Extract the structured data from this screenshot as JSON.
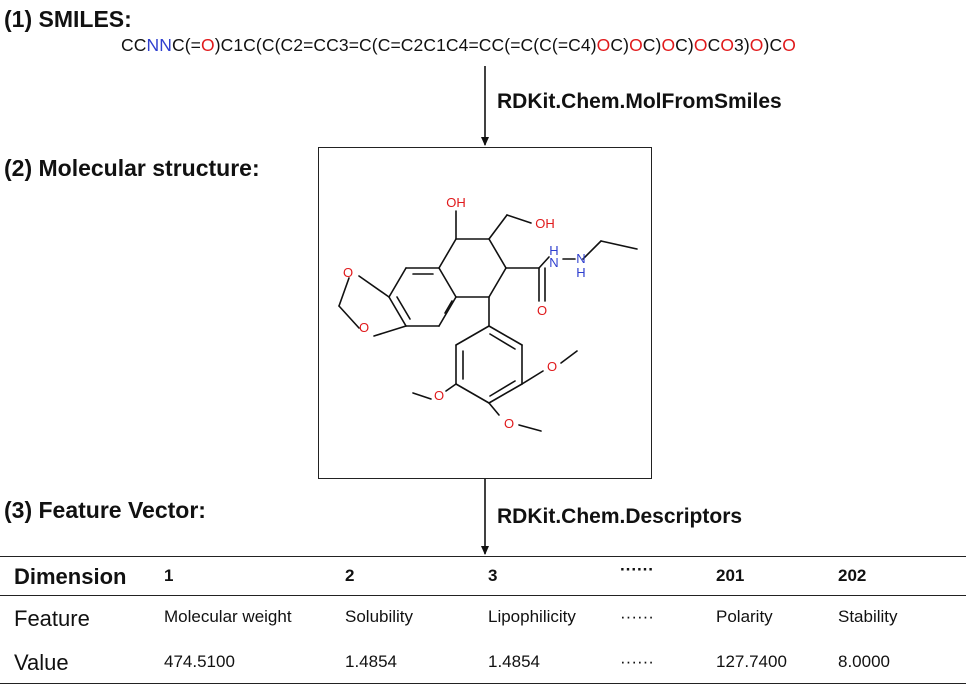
{
  "headings": {
    "smiles": "(1) SMILES:",
    "structure": "(2) Molecular structure:",
    "vector": "(3) Feature Vector:"
  },
  "smiles_tokens": [
    {
      "t": "CC",
      "c": "C"
    },
    {
      "t": "NN",
      "c": "N"
    },
    {
      "t": "C(=",
      "c": "C"
    },
    {
      "t": "O",
      "c": "O"
    },
    {
      "t": ")C1C(C(C2=CC3=C(C=C2C1C4=CC(=C(C(=C4)",
      "c": "C"
    },
    {
      "t": "O",
      "c": "O"
    },
    {
      "t": "C)",
      "c": "C"
    },
    {
      "t": "O",
      "c": "O"
    },
    {
      "t": "C)",
      "c": "C"
    },
    {
      "t": "O",
      "c": "O"
    },
    {
      "t": "C)",
      "c": "C"
    },
    {
      "t": "O",
      "c": "O"
    },
    {
      "t": "C",
      "c": "C"
    },
    {
      "t": "O",
      "c": "O"
    },
    {
      "t": "3)",
      "c": "C"
    },
    {
      "t": "O",
      "c": "O"
    },
    {
      "t": ")C",
      "c": "C"
    },
    {
      "t": "O",
      "c": "O"
    }
  ],
  "steps": {
    "step1": "RDKit.Chem.MolFromSmiles",
    "step2": "RDKit.Chem.Descriptors"
  },
  "molecule_labels": {
    "oh1": "OH",
    "oh2": "OH",
    "nh1": "H",
    "n1": "N",
    "nh2": "H",
    "n2": "N",
    "o_carbonyl": "O",
    "o_ring1": "O",
    "o_ring2": "O",
    "o_me1": "O",
    "o_me2": "O",
    "o_me3": "O"
  },
  "colors": {
    "oxygen": "#e0191b",
    "nitrogen": "#2f3fcf",
    "bond": "#111111"
  },
  "table": {
    "row_labels": {
      "dimension": "Dimension",
      "feature": "Feature",
      "value": "Value"
    },
    "columns": [
      {
        "dim": "1",
        "feature": "Molecular weight",
        "value": "474.5100"
      },
      {
        "dim": "2",
        "feature": "Solubility",
        "value": "1.4854"
      },
      {
        "dim": "3",
        "feature": "Lipophilicity",
        "value": "1.4854"
      },
      {
        "dim": "······",
        "feature": "······",
        "value": "······"
      },
      {
        "dim": "201",
        "feature": "Polarity",
        "value": "127.7400"
      },
      {
        "dim": "202",
        "feature": "Stability",
        "value": "8.0000"
      }
    ]
  }
}
